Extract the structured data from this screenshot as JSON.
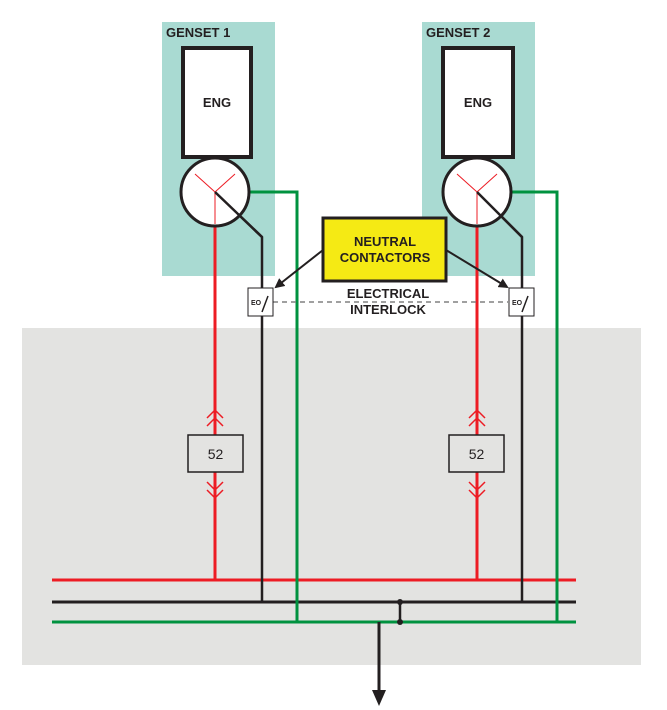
{
  "gensets": [
    {
      "title": "GENSET 1",
      "engine_label": "ENG",
      "breaker_label": "52",
      "switch_label": "EO"
    },
    {
      "title": "GENSET 2",
      "engine_label": "ENG",
      "breaker_label": "52",
      "switch_label": "EO"
    }
  ],
  "neutral_contactors": {
    "line1": "NEUTRAL",
    "line2": "CONTACTORS"
  },
  "interlock": {
    "line1": "ELECTRICAL",
    "line2": "INTERLOCK"
  },
  "colors": {
    "phase": "#ed1c24",
    "neutral": "#231f20",
    "ground": "#00923f",
    "genset_bg": "#a9dad2",
    "switchgear_bg": "#e3e3e1",
    "contactor_fill": "#f5ea14"
  }
}
